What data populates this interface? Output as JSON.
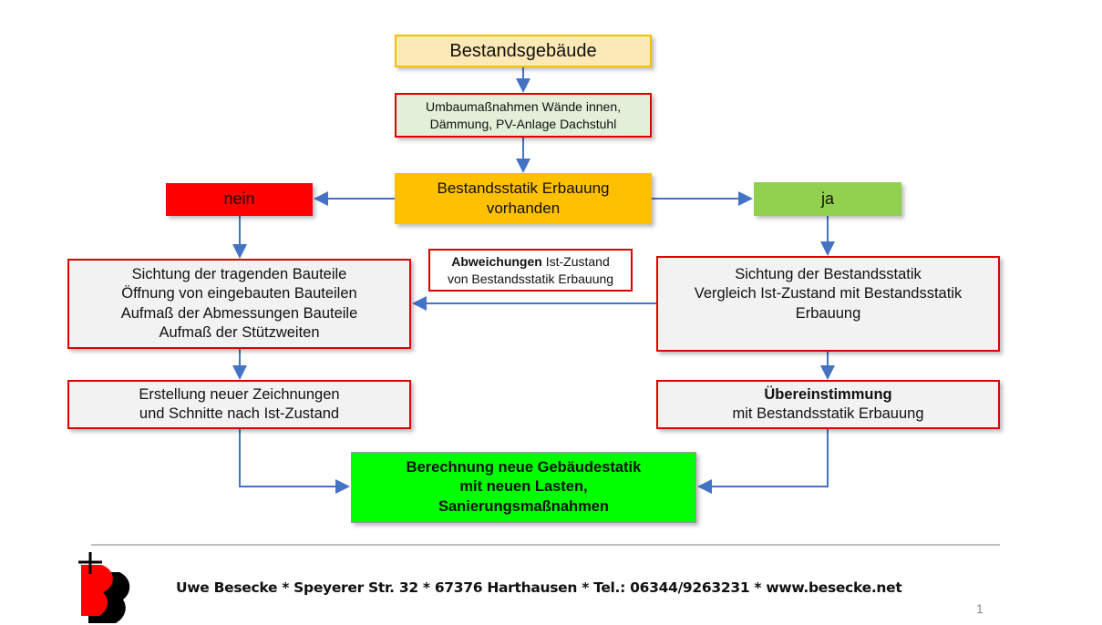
{
  "boxes": {
    "start": "Bestandsgebäude",
    "umbau": [
      "Umbaumaßnahmen Wände innen,",
      "Dämmung, PV-Anlage Dachstuhl"
    ],
    "decision": [
      "Bestandsstatik Erbauung",
      "vorhanden"
    ],
    "no": "nein",
    "yes": "ja",
    "deviation": {
      "bold": "Abweichungen",
      "rest": " Ist-Zustand",
      "line2": "von Bestandsstatik Erbauung"
    },
    "left1": [
      "Sichtung der tragenden Bauteile",
      "Öffnung von eingebauten Bauteilen",
      "Aufmaß der Abmessungen Bauteile",
      "Aufmaß der Stützweiten"
    ],
    "right1": [
      "Sichtung der Bestandsstatik",
      "Vergleich Ist-Zustand mit Bestandsstatik",
      "Erbauung"
    ],
    "left2": [
      "Erstellung neuer Zeichnungen",
      "und Schnitte nach Ist-Zustand"
    ],
    "right2": {
      "bold": "Übereinstimmung",
      "line2": "mit Bestandsstatik Erbauung"
    },
    "result": [
      "Berechnung neue Gebäudestatik",
      "mit neuen Lasten,",
      "Sanierungsmaßnahmen"
    ]
  },
  "footer": {
    "text": "Uwe Besecke *  Speyerer Str. 32 * 67376 Harthausen * Tel.: 06344/9263231 * www.besecke.net",
    "logo": "B"
  },
  "page_number": "1",
  "colors": {
    "arrow": "#4472c4",
    "border": "#e00000",
    "start": "#fde9b5",
    "decision": "#ffc000",
    "no": "#ff0000",
    "yes": "#92d050",
    "result": "#00ff00"
  }
}
